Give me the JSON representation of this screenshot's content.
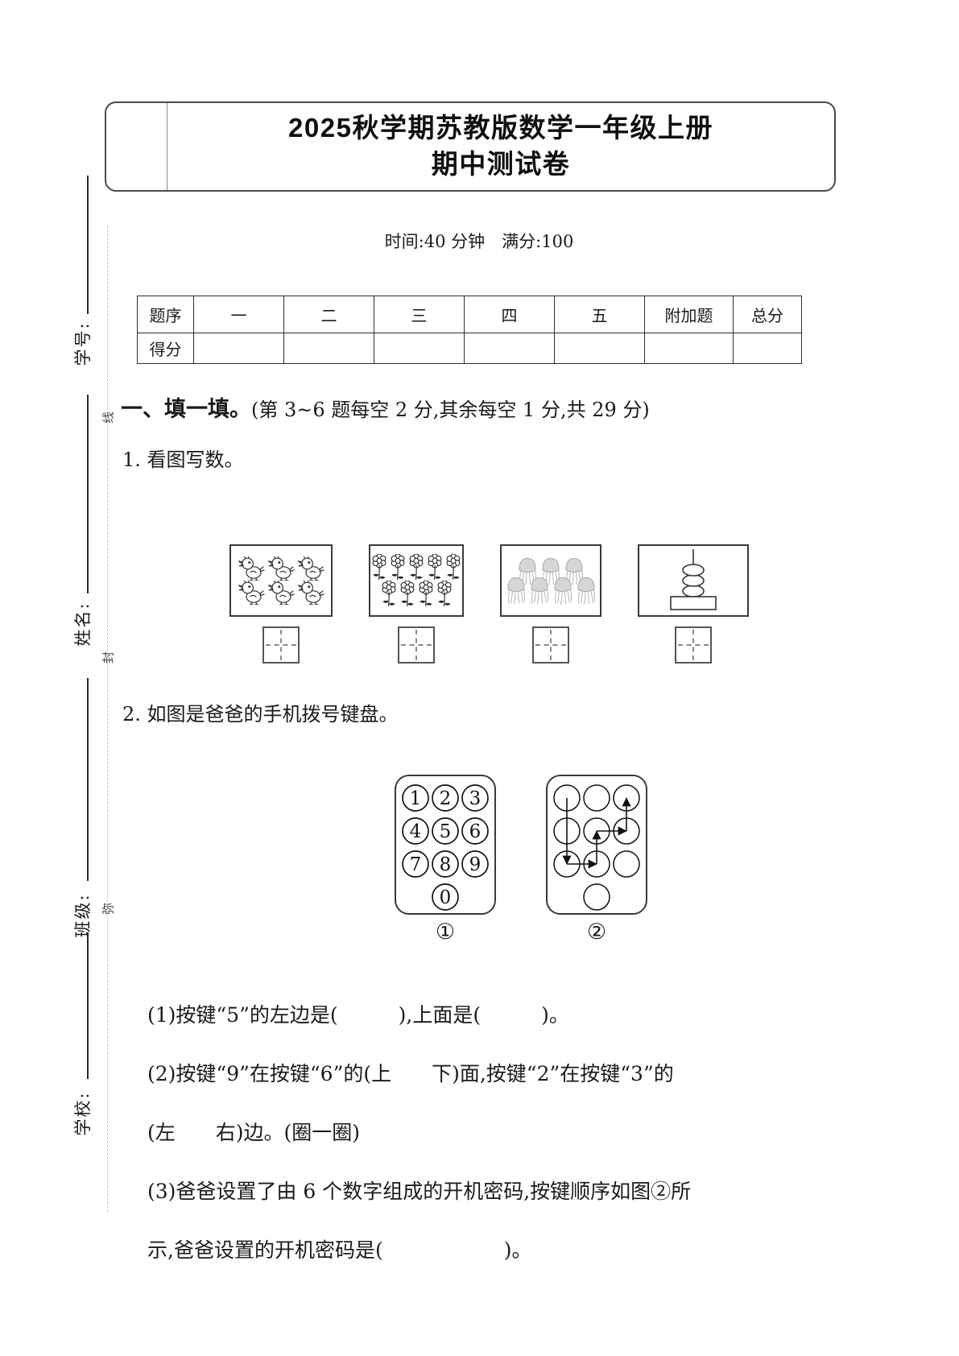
{
  "header": {
    "title_line1": "2025秋学期苏教版数学一年级上册",
    "title_line2": "期中测试卷",
    "meta": "时间:40 分钟　满分:100"
  },
  "margin": {
    "fields": [
      {
        "label": "学号:"
      },
      {
        "label": "姓名:"
      },
      {
        "label": "班级:"
      },
      {
        "label": "学校:"
      }
    ],
    "seal_chars": [
      "线",
      "封",
      "弥"
    ]
  },
  "score_table": {
    "corner": "题序",
    "columns": [
      "一",
      "二",
      "三",
      "四",
      "五",
      "附加题",
      "总分"
    ],
    "score_row_label": "得分",
    "score_values": [
      "",
      "",
      "",
      "",
      "",
      "",
      ""
    ]
  },
  "section_one": {
    "title": "一、填一填。",
    "note": "(第 3~6 题每空 2 分,其余每空 1 分,共 29 分)"
  },
  "q1": {
    "prompt": "1. 看图写数。",
    "picture_boxes": [
      {
        "item": "chick",
        "count": 6,
        "rows": [
          3,
          3
        ]
      },
      {
        "item": "flower",
        "count": 9,
        "rows": [
          5,
          4
        ]
      },
      {
        "item": "jellyfish",
        "count": 7,
        "rows": [
          3,
          4
        ]
      },
      {
        "item": "abacus",
        "count": 3,
        "beads": 3
      }
    ]
  },
  "q2": {
    "prompt": "2. 如图是爸爸的手机拨号键盘。",
    "keypads": [
      {
        "label": "①",
        "type": "digits",
        "digits": [
          "1",
          "2",
          "3",
          "4",
          "5",
          "6",
          "7",
          "8",
          "9",
          "0"
        ]
      },
      {
        "label": "②",
        "type": "pattern",
        "path": [
          "1",
          "7",
          "8",
          "5",
          "6",
          "3"
        ]
      }
    ],
    "parts": [
      {
        "lines": [
          "(1)按键“5”的左边是(　　　),上面是(　　　)。"
        ]
      },
      {
        "lines": [
          "(2)按键“9”在按键“6”的(上　　下)面,按键“2”在按键“3”的",
          "(左　　右)边。(圈一圈)"
        ]
      },
      {
        "lines": [
          "(3)爸爸设置了由 6 个数字组成的开机密码,按键顺序如图②所",
          "示,爸爸设置的开机密码是(　　　　　　)。"
        ]
      }
    ]
  }
}
